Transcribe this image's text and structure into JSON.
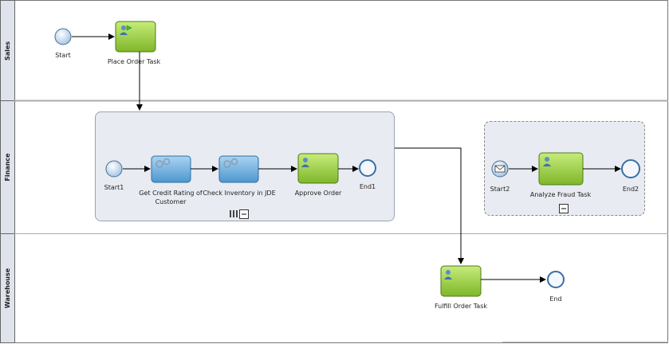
{
  "lanes": [
    {
      "title": "Sales"
    },
    {
      "title": "Finance"
    },
    {
      "title": "Warehouse"
    }
  ],
  "nodes": {
    "start": {
      "label": "Start"
    },
    "place_order_task": {
      "label": "Place Order Task"
    },
    "start1": {
      "label": "Start1"
    },
    "get_credit_rating": {
      "label_line1": "Get Credit Rating of",
      "label_line2": "Customer"
    },
    "check_inventory": {
      "label": "Check Inventory in JDE"
    },
    "approve_order": {
      "label": "Approve Order"
    },
    "end1": {
      "label": "End1"
    },
    "start2": {
      "label": "Start2"
    },
    "analyze_fraud_task": {
      "label": "Analyze Fraud Task"
    },
    "end2": {
      "label": "End2"
    },
    "fulfill_order_task": {
      "label": "Fulfill Order Task"
    },
    "end": {
      "label": "End"
    }
  },
  "colors": {
    "human_task_fill": "#9acd32",
    "service_task_fill": "#5ba9dd",
    "subprocess_fill": "#e8ebf1",
    "start_event_fill": "#cfe2f3",
    "end_event_stroke": "#3a6ea5",
    "lane_header_fill": "#dfe3ec"
  }
}
